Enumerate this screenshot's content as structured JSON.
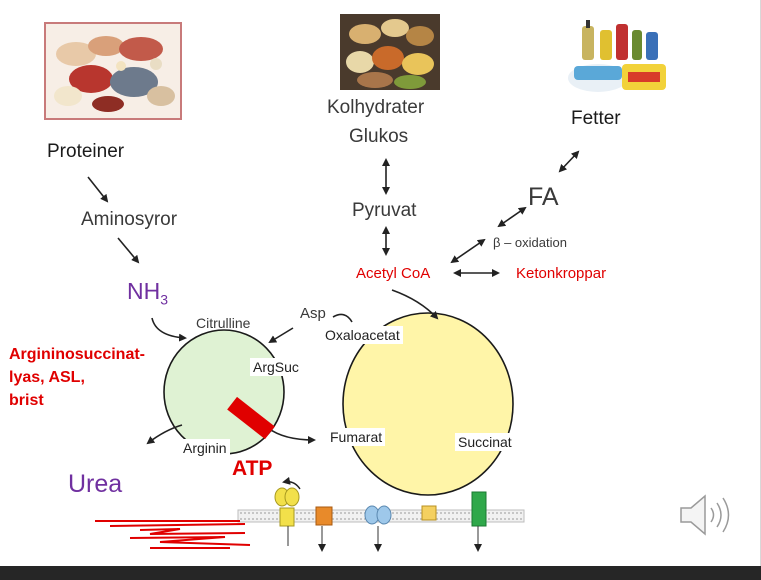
{
  "diagram": {
    "sources": {
      "proteins": "Proteiner",
      "carbs_line1": "Kolhydrater",
      "carbs_line2": "Glukos",
      "fats": "Fetter"
    },
    "metabolites": {
      "amino_acids": "Aminosyror",
      "nh3_base": "NH",
      "nh3_sub": "3",
      "pyruvate": "Pyruvat",
      "fa": "FA",
      "beta_oxidation": "β – oxidation",
      "acetyl_coa": "Acetyl CoA",
      "ketone_bodies": "Ketonkroppar",
      "asp": "Asp",
      "citrulline": "Citrulline",
      "oxaloacetate": "Oxaloacetat",
      "argsuc": "ArgSuc",
      "fumarate": "Fumarat",
      "succinate": "Succinat",
      "arginine": "Arginin",
      "atp": "ATP",
      "urea": "Urea"
    },
    "enzyme_deficiency": {
      "line1": "Argininosuccinat-",
      "line2": "lyas, ASL,",
      "line3": "brist"
    }
  },
  "colors": {
    "urea_cycle_fill": "#dff2d3",
    "tca_cycle_fill": "#fff5a8",
    "block_red": "#e00000",
    "urea_purple": "#7030a0",
    "highlight_red": "#e00000",
    "bottom_bar": "#262626"
  },
  "icons": {
    "speaker": "speaker-icon"
  }
}
